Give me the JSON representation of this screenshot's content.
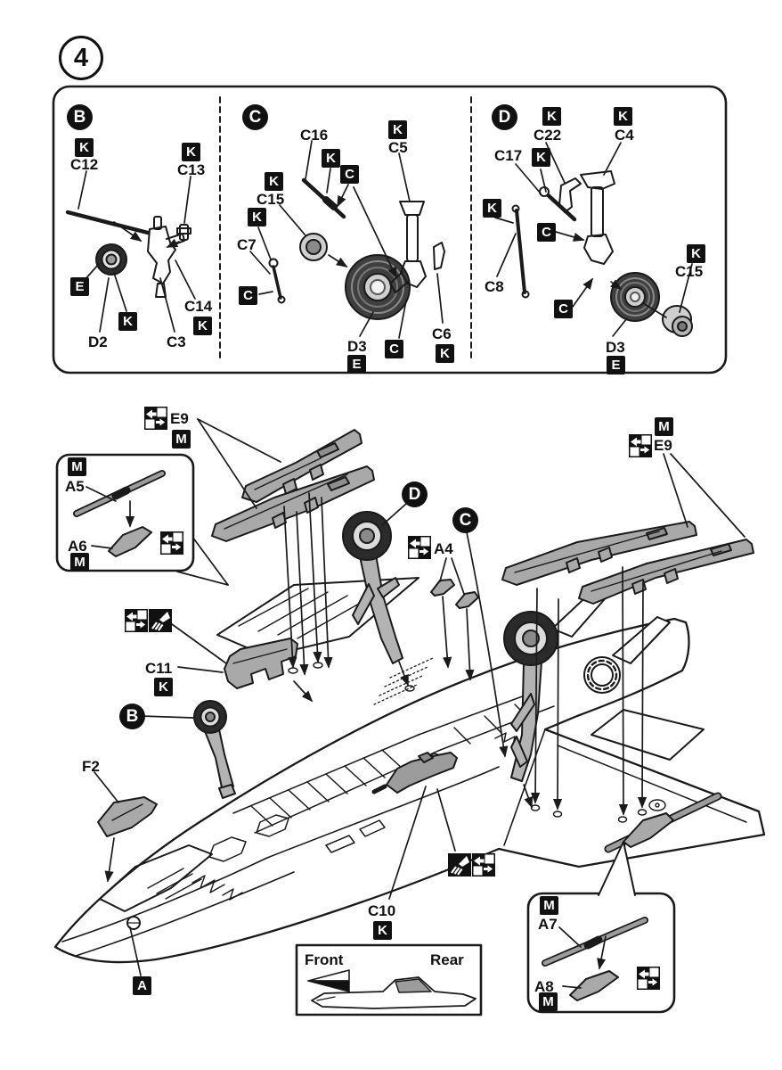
{
  "step_number": "4",
  "panel_b": {
    "head": "B",
    "k1": "K",
    "c12": "C12",
    "k2": "K",
    "c13": "C13",
    "e": "E",
    "k3": "K",
    "d2": "D2",
    "c3": "C3",
    "c14": "C14",
    "k4": "K"
  },
  "panel_c": {
    "head": "C",
    "c16": "C16",
    "k1": "K",
    "cbox1": "C",
    "k2": "K",
    "c5": "C5",
    "k3": "K",
    "c15": "C15",
    "k4": "K",
    "c7": "C7",
    "cbox2": "C",
    "d3": "D3",
    "e": "E",
    "cbox3": "C",
    "c6": "C6",
    "k5": "K"
  },
  "panel_d": {
    "head": "D",
    "k1": "K",
    "c22": "C22",
    "k2": "K",
    "c4": "C4",
    "c17": "C17",
    "k3": "K",
    "k4": "K",
    "cbox1": "C",
    "c8": "C8",
    "cbox2": "C",
    "k5": "K",
    "c15": "C15",
    "d3": "D3",
    "e": "E"
  },
  "main": {
    "e9_left": {
      "part": "E9",
      "m": "M"
    },
    "e9_right": {
      "part": "E9",
      "m": "M"
    },
    "inset_a5a6": {
      "m_top": "M",
      "a5": "A5",
      "a6": "A6",
      "m_bottom": "M"
    },
    "c11": {
      "part": "C11",
      "k": "K"
    },
    "callout_b": "B",
    "callout_c": "C",
    "callout_d": "D",
    "a4": "A4",
    "f2": "F2",
    "a_box": "A",
    "c10": {
      "part": "C10",
      "k": "K"
    },
    "inset_a7a8": {
      "m_top": "M",
      "a7": "A7",
      "a8": "A8",
      "m_bottom": "M"
    }
  },
  "legend": {
    "front": "Front",
    "rear": "Rear"
  },
  "icons": {
    "mirror": "apply-to-both-sides",
    "drill": "open-holes-drill"
  },
  "colors": {
    "line": "#1a1a1a",
    "new_part_gray": "#a9a9a9",
    "tire": "#2b2b2b"
  }
}
